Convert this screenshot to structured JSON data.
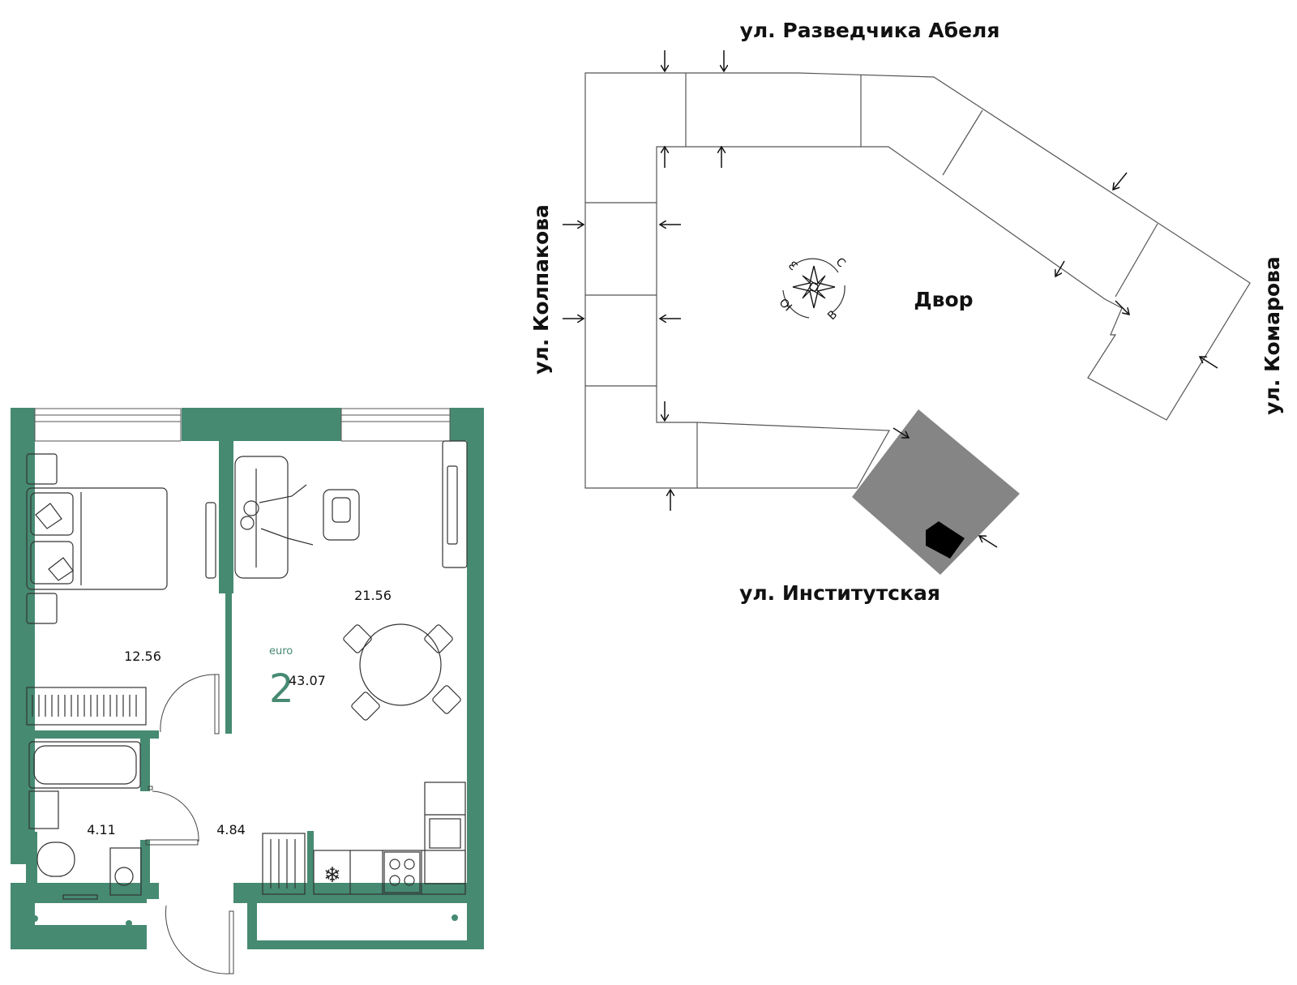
{
  "site_plan": {
    "streets": {
      "top": "ул. Разведчика Абеля",
      "left": "ул. Колпакова",
      "right": "ул. Комарова",
      "bottom": "ул. Институтская"
    },
    "courtyard_label": "Двор",
    "compass": {
      "north": "С",
      "south": "Ю",
      "east": "В",
      "west": "З"
    },
    "colors": {
      "building_outline": "#555555",
      "selected_section": "#858585",
      "selected_unit": "#000000"
    }
  },
  "floor_plan": {
    "type_label": "euro",
    "rooms_count": "2",
    "total_area": "43.07",
    "rooms": {
      "bedroom": "12.56",
      "living_kitchen": "21.56",
      "bathroom": "4.11",
      "hallway": "4.84"
    },
    "colors": {
      "wall": "#468a72",
      "line": "#333333"
    }
  }
}
